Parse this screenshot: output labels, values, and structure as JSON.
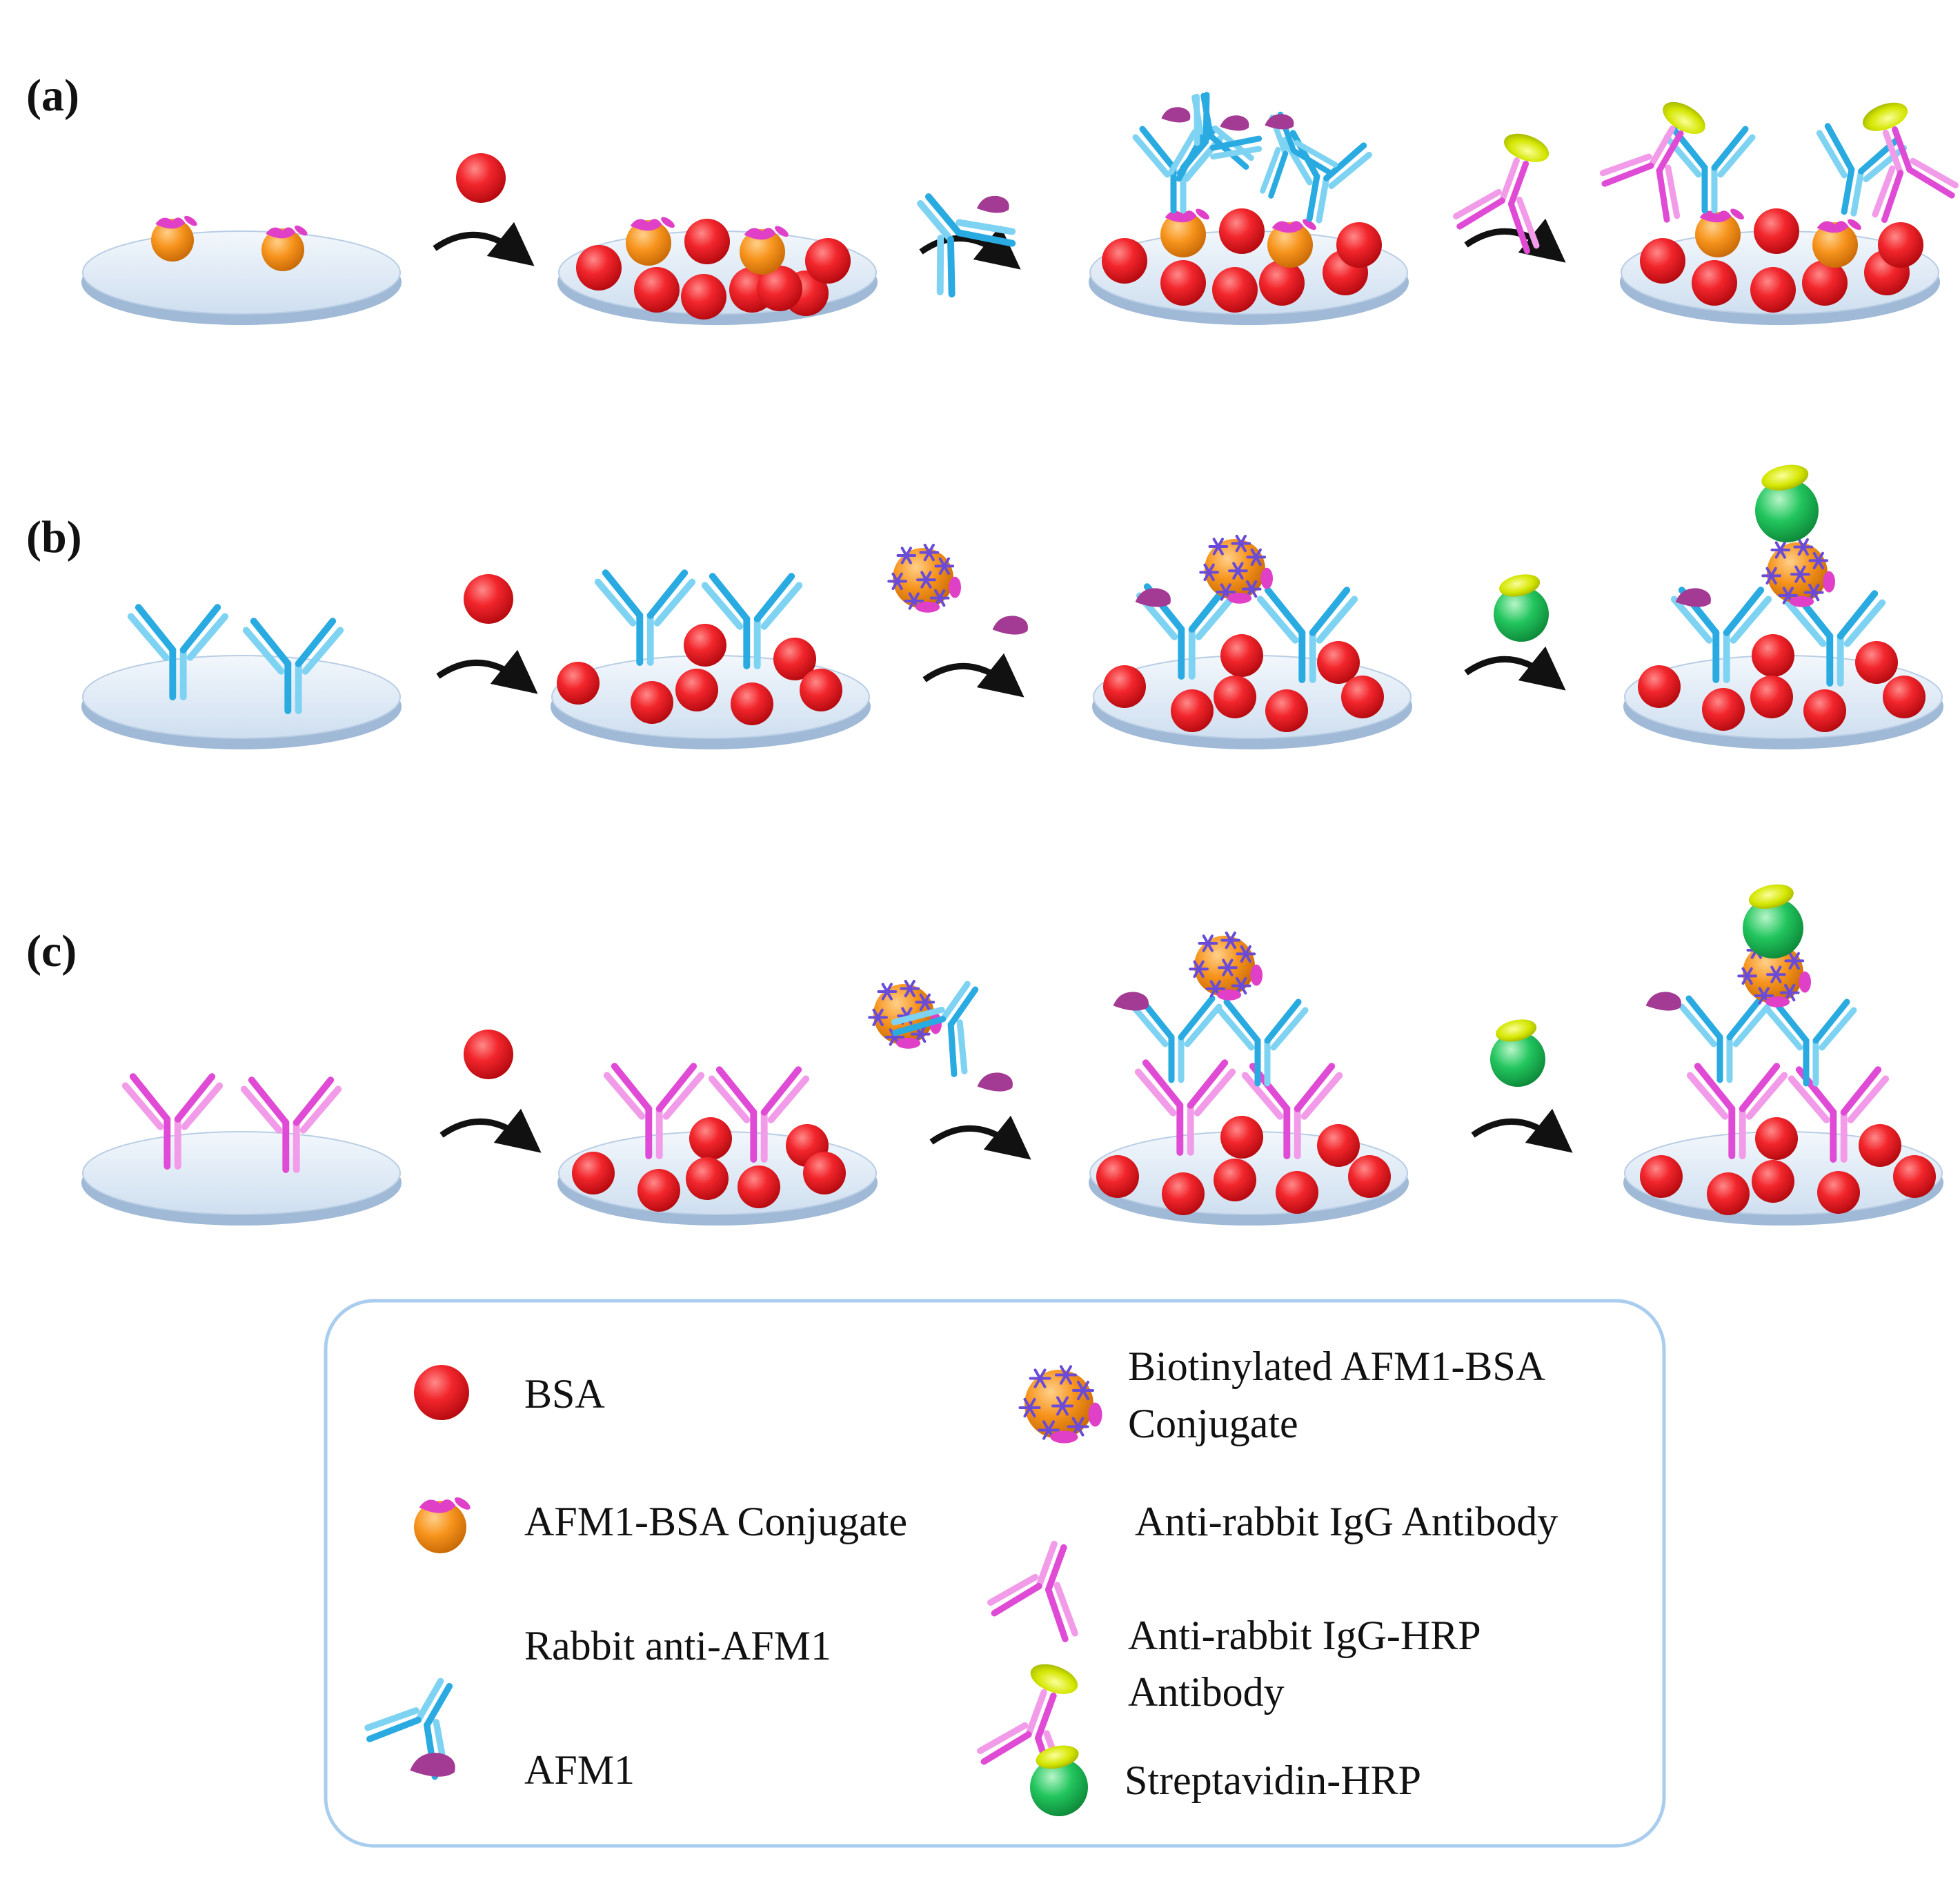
{
  "panels": [
    {
      "label": "(a)"
    },
    {
      "label": "(b)"
    },
    {
      "label": "(c)"
    }
  ],
  "legend": {
    "items": [
      {
        "key": "bsa",
        "lines": [
          "BSA"
        ]
      },
      {
        "key": "afm1-bsa-conjugate",
        "lines": [
          "AFM1-BSA Conjugate"
        ]
      },
      {
        "key": "rabbit-anti-afm1",
        "lines": [
          "Rabbit anti-AFM1"
        ]
      },
      {
        "key": "afm1",
        "lines": [
          "AFM1"
        ]
      },
      {
        "key": "biotinylated-afm1-bsa-conjugate",
        "lines": [
          "Biotinylated AFM1-BSA",
          "Conjugate"
        ]
      },
      {
        "key": "anti-rabbit-igg-antibody",
        "lines": [
          "Anti-rabbit IgG Antibody"
        ]
      },
      {
        "key": "anti-rabbit-igg-hrp-antibody",
        "lines": [
          "Anti-rabbit IgG-HRP",
          "Antibody"
        ]
      },
      {
        "key": "streptavidin-hrp",
        "lines": [
          "Streptavidin-HRP"
        ]
      }
    ]
  },
  "colors": {
    "bsa": "#ee1c24",
    "conjugate": "#f7941d",
    "rabbit_antibody": "#29abe2",
    "anti_rabbit_antibody": "#e04bd6",
    "afm1": "#a33a93",
    "biotin": "#6a4bd8",
    "streptavidin": "#22c55e",
    "hrp": "#d4e600",
    "plate": "#dbe7f3",
    "plate_edge": "#9fb9d6",
    "legend_border": "#a9cdee"
  }
}
